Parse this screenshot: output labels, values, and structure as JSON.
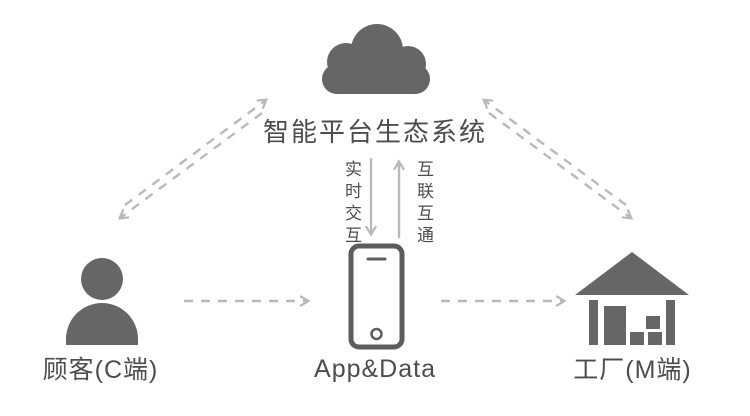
{
  "nodes": {
    "platform": {
      "label": "智能平台生态系统",
      "icon": "cloud-icon"
    },
    "customer": {
      "label": "顾客(C端)",
      "icon": "person-icon"
    },
    "app": {
      "label": "App&Data",
      "icon": "smartphone-icon"
    },
    "factory": {
      "label": "工厂(M端)",
      "icon": "factory-icon"
    }
  },
  "arrows": {
    "platform_to_app_label": "实时交互",
    "app_to_platform_label": "互联互通",
    "customer_platform": "bidirectional-dashed",
    "factory_platform": "bidirectional-dashed",
    "customer_to_app": "dashed-right",
    "app_to_factory": "dashed-right"
  },
  "colors": {
    "icon": "#666666",
    "arrow": "#b9b9b9",
    "text": "#4d4d4d",
    "background": "#ffffff"
  }
}
